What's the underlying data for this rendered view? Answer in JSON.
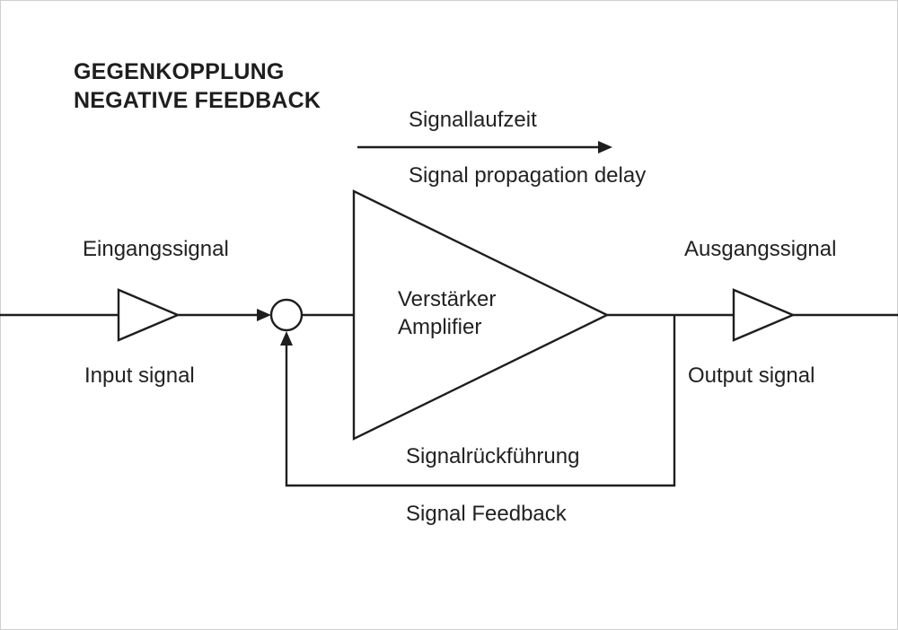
{
  "title": {
    "line1": "GEGENKOPPLUNG",
    "line2": "NEGATIVE FEEDBACK"
  },
  "propagation": {
    "label_de": "Signallaufzeit",
    "label_en": "Signal propagation delay"
  },
  "input": {
    "label_de": "Eingangssignal",
    "label_en": "Input signal"
  },
  "amplifier": {
    "label_de": "Verstärker",
    "label_en": "Amplifier"
  },
  "output": {
    "label_de": "Ausgangssignal",
    "label_en": "Output signal"
  },
  "feedback": {
    "label_de": "Signalrückführung",
    "label_en": "Signal Feedback"
  },
  "colors": {
    "line": "#1e1e1e",
    "text": "#222222",
    "background": "#ffffff",
    "frame": "#cfcfcf"
  }
}
